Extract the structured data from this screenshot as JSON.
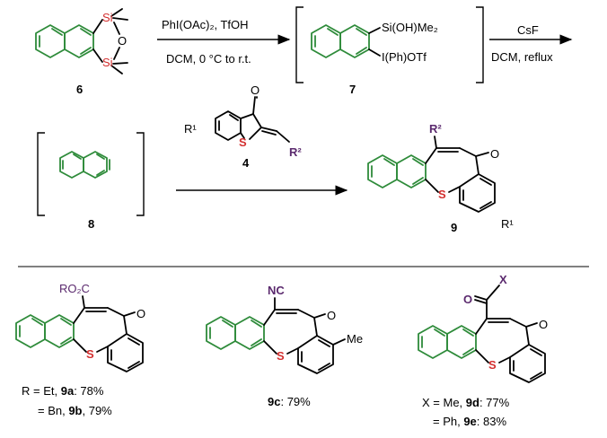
{
  "colors": {
    "green_ring": "#2e8b3a",
    "silicon": "#d32f2f",
    "sulfur": "#d32f2f",
    "substituent_purple": "#5b2a6e"
  },
  "top_row": {
    "compound6": {
      "si_top": "Si",
      "o": "O",
      "si_bottom": "Si",
      "number": "6"
    },
    "step1": {
      "reagents": "PhI(OAc)₂, TfOH",
      "conditions": "DCM, 0 °C to r.t."
    },
    "compound7": {
      "top_group": "Si(OH)Me₂",
      "bottom_group": "I(Ph)OTf",
      "number": "7"
    },
    "step2": {
      "reagents": "CsF",
      "conditions": "DCM, reflux"
    }
  },
  "middle_row": {
    "compound8": {
      "number": "8"
    },
    "reagent4": {
      "r1": "R¹",
      "o": "O",
      "s": "S",
      "r2": "R²",
      "number": "4"
    },
    "product9": {
      "r2": "R²",
      "o": "O",
      "s": "S",
      "r1": "R¹",
      "number": "9"
    }
  },
  "examples": {
    "ex9ab": {
      "substituent": "RO₂C",
      "o": "O",
      "s": "S",
      "line1_prefix": "R = Et, ",
      "line1_id": "9a",
      "line1_yield": ": 78%",
      "line2_prefix": "= Bn, ",
      "line2_id": "9b",
      "line2_yield": ", 79%"
    },
    "ex9c": {
      "substituent": "NC",
      "o": "O",
      "s": "S",
      "me": "Me",
      "id": "9c",
      "yield": ": 79%"
    },
    "ex9de": {
      "x": "X",
      "carbonyl_o": "O",
      "o": "O",
      "s": "S",
      "line1_prefix": "X = Me, ",
      "line1_id": "9d",
      "line1_yield": ": 77%",
      "line2_prefix": "= Ph, ",
      "line2_id": "9e",
      "line2_yield": ": 83%"
    }
  }
}
